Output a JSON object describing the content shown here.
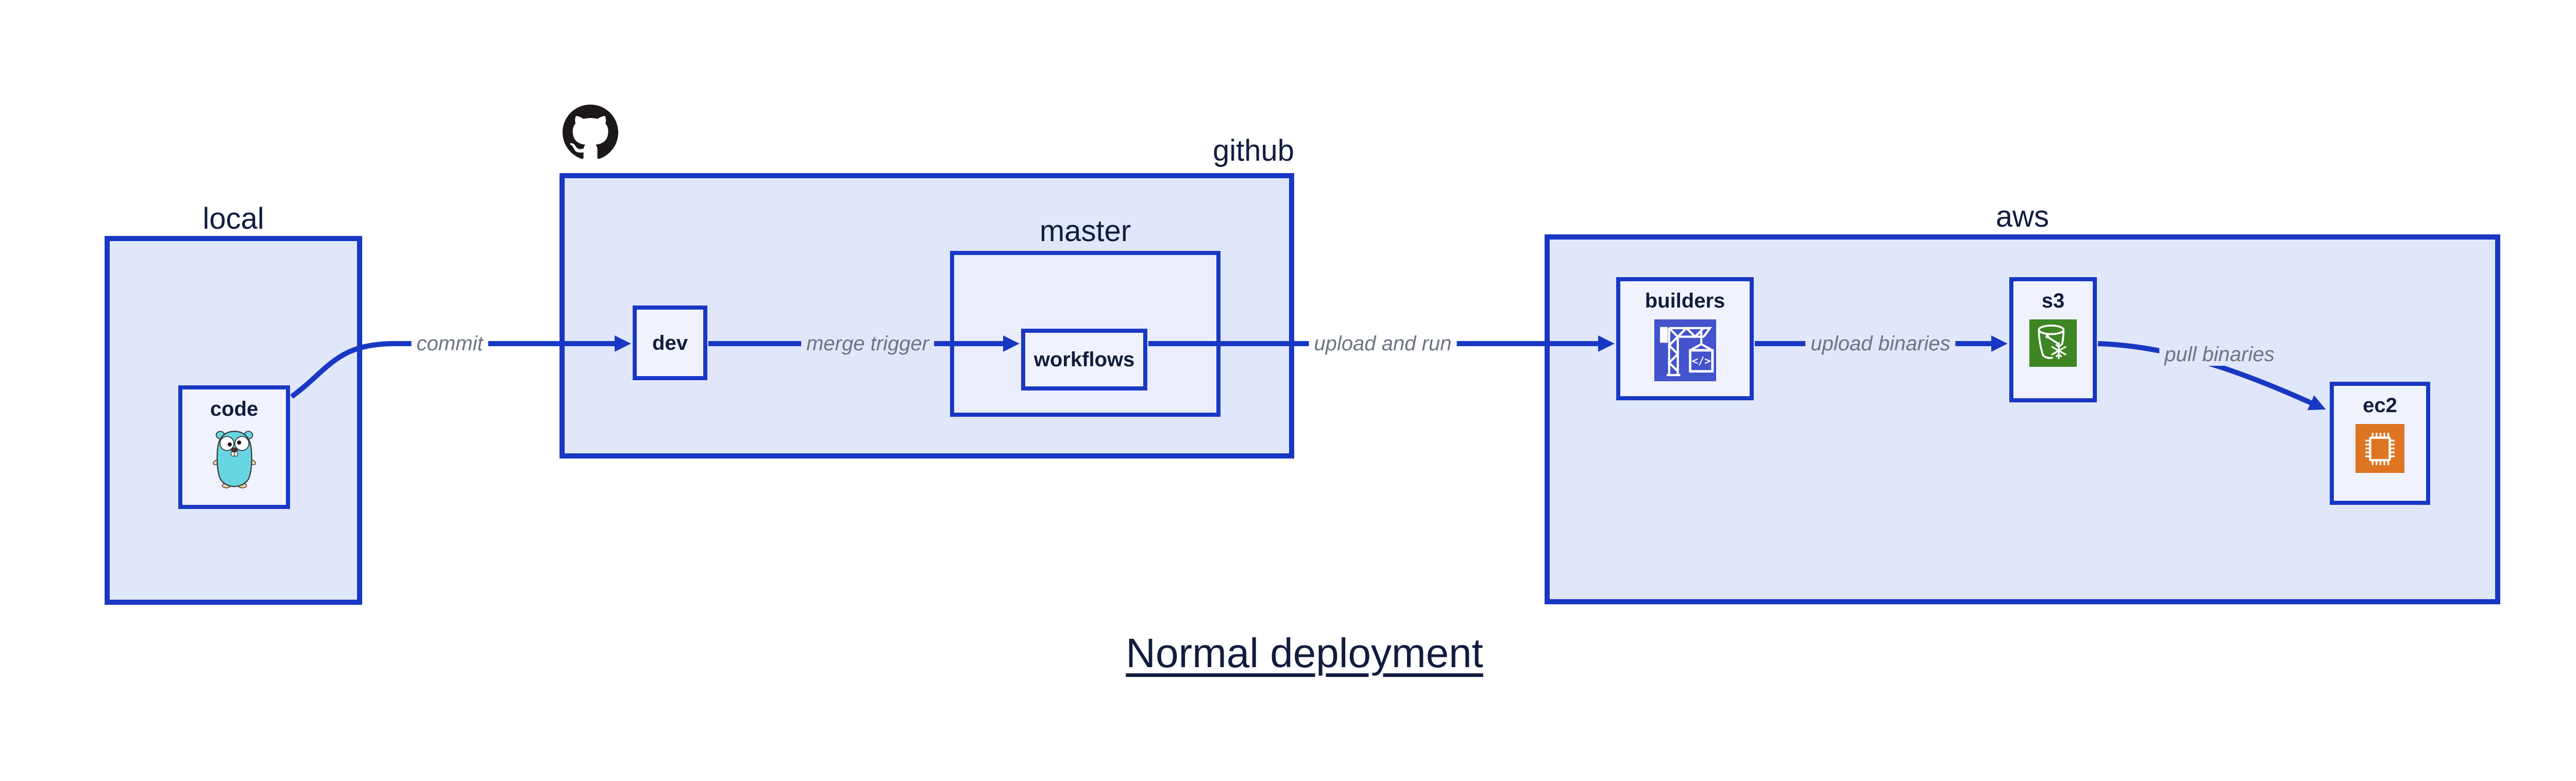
{
  "diagram": {
    "title": "Normal deployment"
  },
  "containers": {
    "local": {
      "label": "local"
    },
    "github": {
      "label": "github"
    },
    "master": {
      "label": "master"
    },
    "aws": {
      "label": "aws"
    }
  },
  "nodes": {
    "code": {
      "label": "code"
    },
    "dev": {
      "label": "dev"
    },
    "workflows": {
      "label": "workflows"
    },
    "builders": {
      "label": "builders"
    },
    "s3": {
      "label": "s3"
    },
    "ec2": {
      "label": "ec2"
    }
  },
  "edges": {
    "commit": {
      "label": "commit"
    },
    "merge_trigger": {
      "label": "merge trigger"
    },
    "upload_and_run": {
      "label": "upload and run"
    },
    "upload_binaries": {
      "label": "upload binaries"
    },
    "pull_binaries": {
      "label": "pull binaries"
    }
  },
  "icons": {
    "github_logo": "github-octocat-icon",
    "code_icon": "go-gopher-icon",
    "builders_icon": "codebuild-crane-icon",
    "s3_icon": "glacier-bucket-icon",
    "ec2_icon": "cpu-chip-icon"
  },
  "colors": {
    "border_blue": "#1838c4",
    "arrow_blue": "#1838c4",
    "container_fill": "#e1e7fa",
    "master_fill": "#eaeefb",
    "node_fill": "#f0f3fd",
    "label_navy": "#111c3e",
    "edge_label_gray": "#6d7483",
    "codebuild_purple": "#4353cd",
    "s3_green": "#3e8623",
    "ec2_orange": "#de7522",
    "gopher_teal": "#67d6e2",
    "github_black": "#1b1817"
  }
}
